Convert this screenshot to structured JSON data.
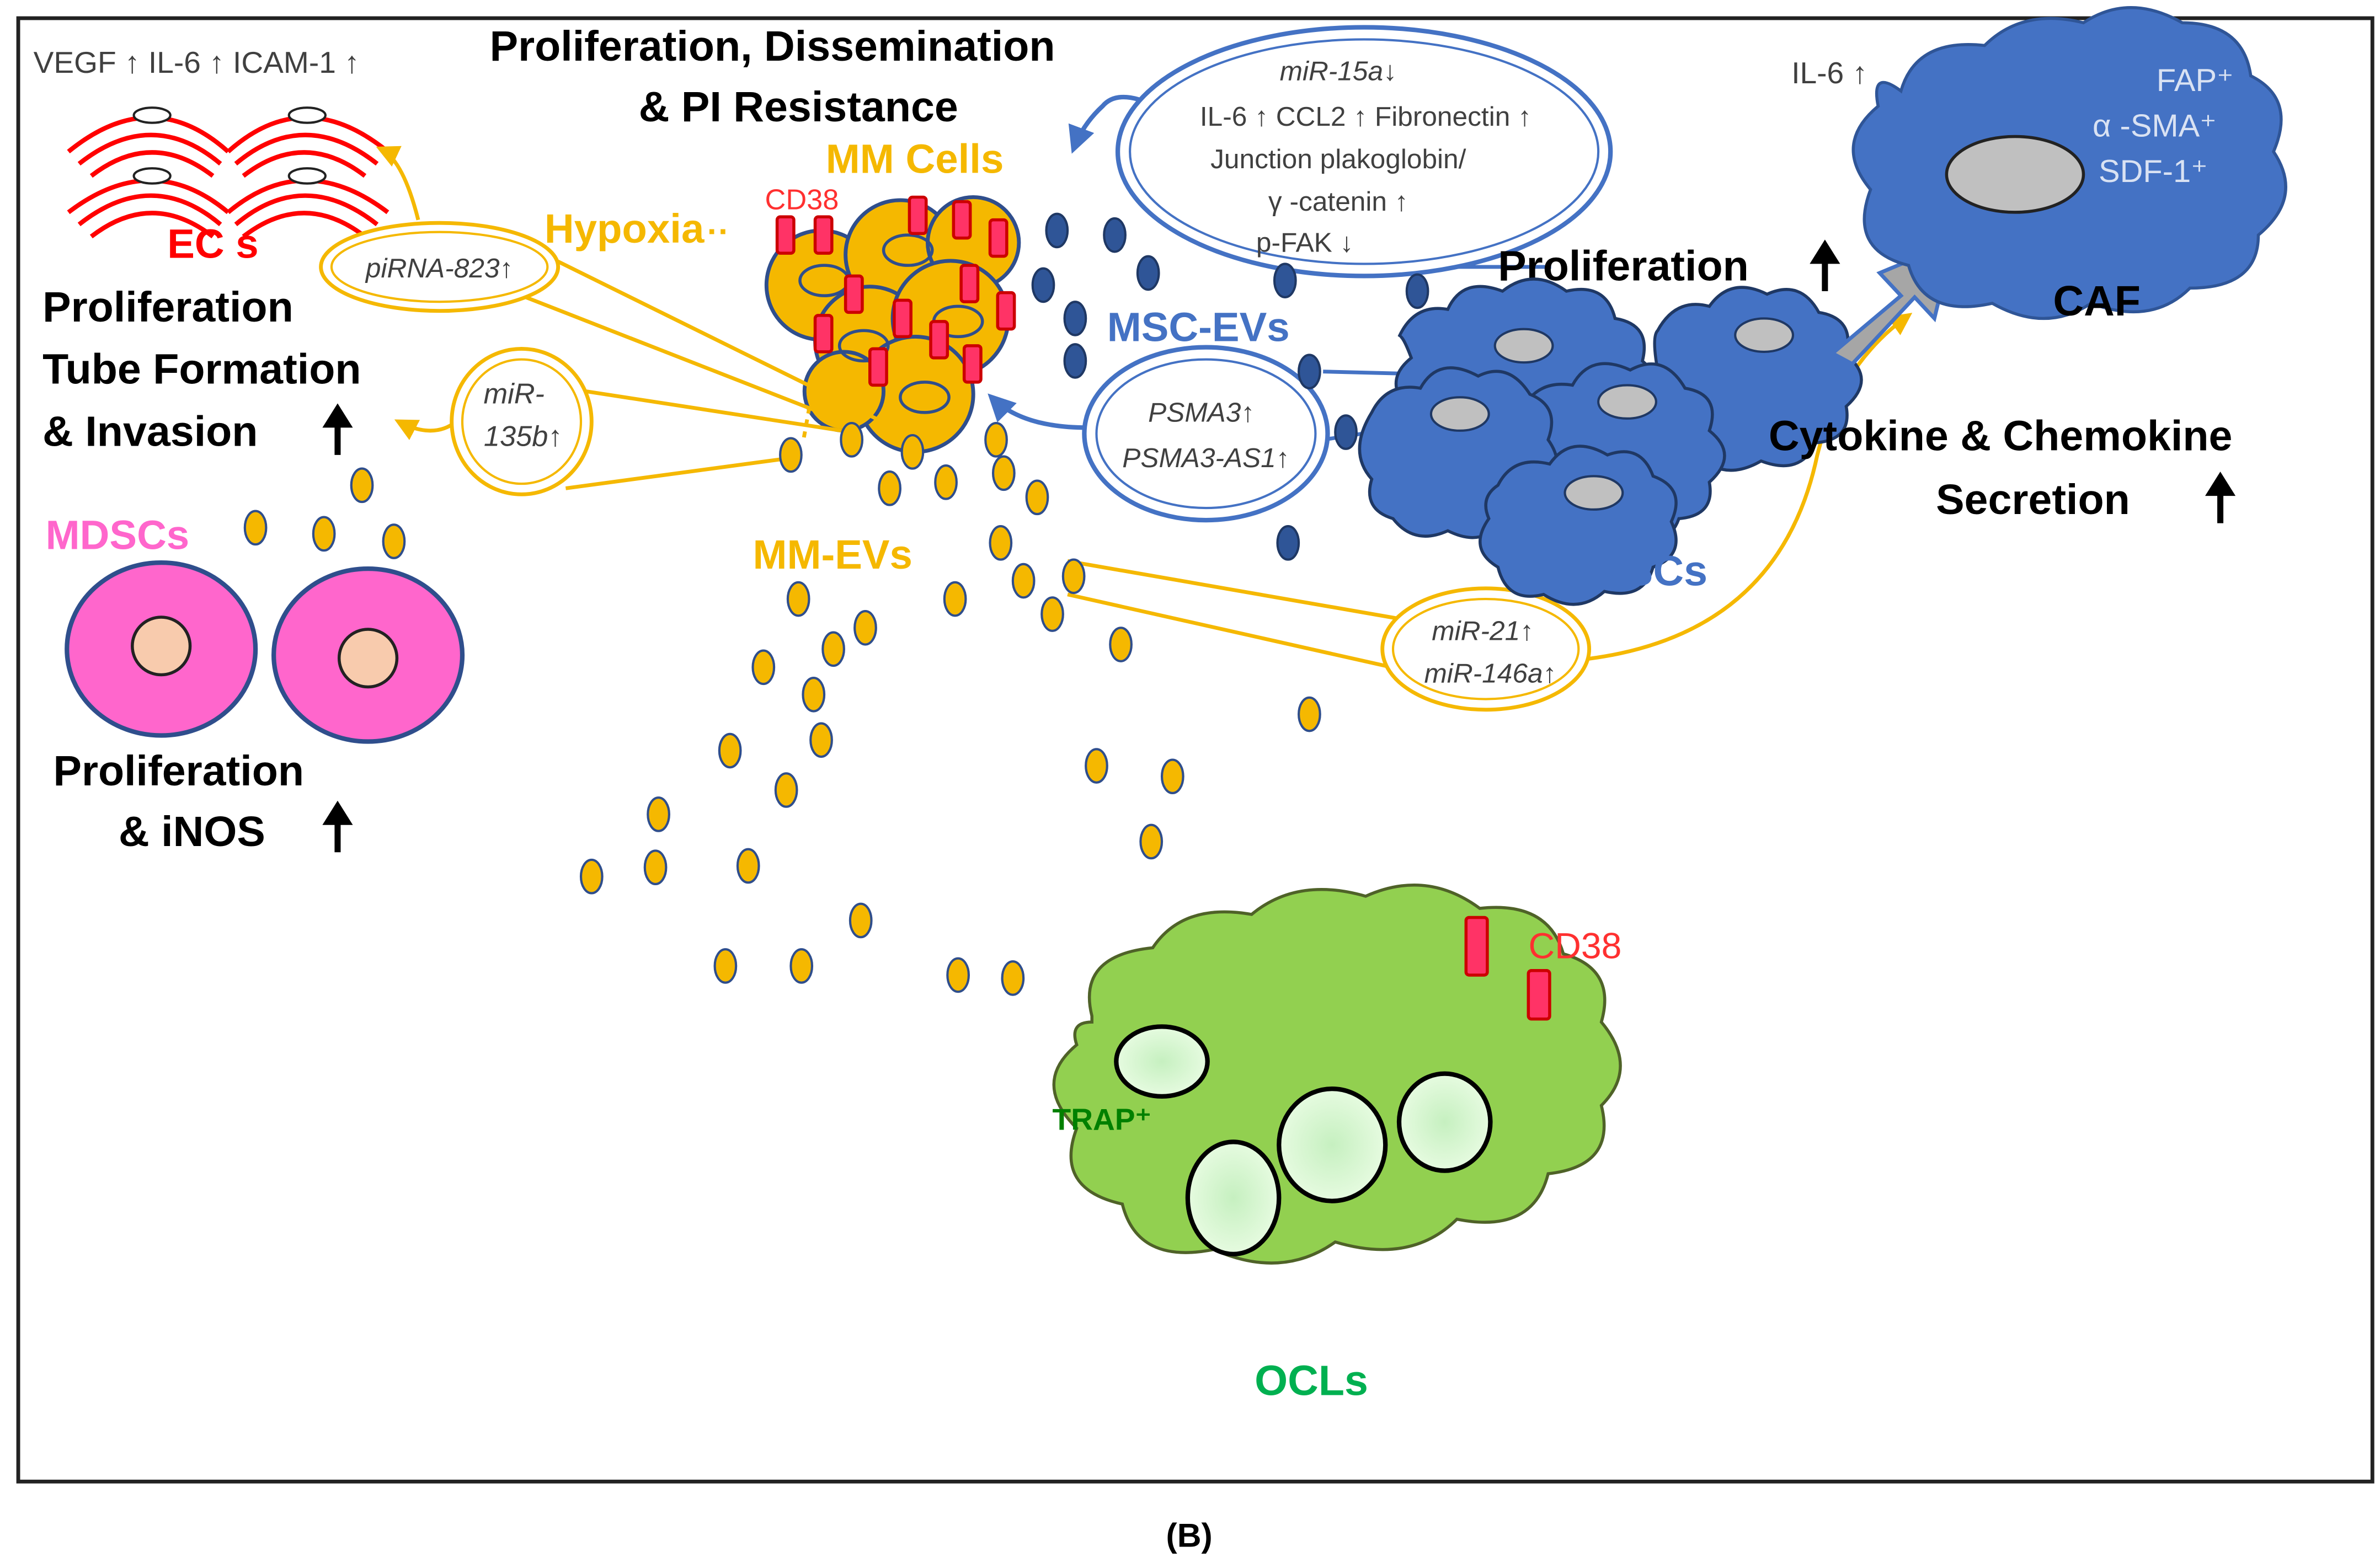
{
  "colors": {
    "mm_orange": "#F5B800",
    "msc_blue": "#4472C4",
    "ec_red": "#FF0000",
    "mdsc_pink": "#FF66CC",
    "ocl_green": "#92D050",
    "ocl_text": "#00B050",
    "cd38_red": "#FF0000",
    "text_dark": "#000000",
    "text_gray": "#404040"
  },
  "labels": {
    "ec": {
      "markers": "VEGF ↑  IL-6 ↑  ICAM-1 ↑",
      "name": "EC s",
      "effect_line1": "Proliferation",
      "effect_line2": "Tube Formation",
      "effect_line3": "& Invasion"
    },
    "mdsc": {
      "name": "MDSCs",
      "effect_line1": "Proliferation",
      "effect_line2": "& iNOS"
    },
    "mm": {
      "effect_line1": "Proliferation, Dissemination",
      "effect_line2": "& PI Resistance",
      "cells_label": "MM Cells",
      "hypoxia": "Hypoxia",
      "cd38": "CD38",
      "evs_label": "MM-EVs"
    },
    "msc": {
      "evs_label": "MSC-EVs",
      "name": "MSCs",
      "proliferation": "Proliferation"
    },
    "caf": {
      "il6": "IL-6 ↑",
      "marker1": "FAP⁺",
      "marker2": "α -SMA⁺",
      "marker3": "SDF-1⁺",
      "name": "CAF",
      "secretion_line1": "Cytokine & Chemokine",
      "secretion_line2": "Secretion"
    },
    "ocl": {
      "name": "OCLs",
      "trap": "TRAP⁺",
      "cd38": "CD38"
    },
    "bubbles": {
      "pirna": "piRNA-823↑",
      "mir135_line1": "miR-",
      "mir135_line2": "135b↑",
      "msc_ev_line1": "miR-15a↓",
      "msc_ev_line2": "IL-6 ↑ CCL2 ↑ Fibronectin ↑",
      "msc_ev_line3": "Junction plakoglobin/",
      "msc_ev_line4": "γ -catenin  ↑",
      "msc_ev_line5": "p-FAK ↓",
      "psma_line1": "PSMA3↑",
      "psma_line2": "PSMA3-AS1↑",
      "mir21_line1": "miR-21↑",
      "mir21_line2": "miR-146a↑"
    },
    "panel": "(B)"
  }
}
